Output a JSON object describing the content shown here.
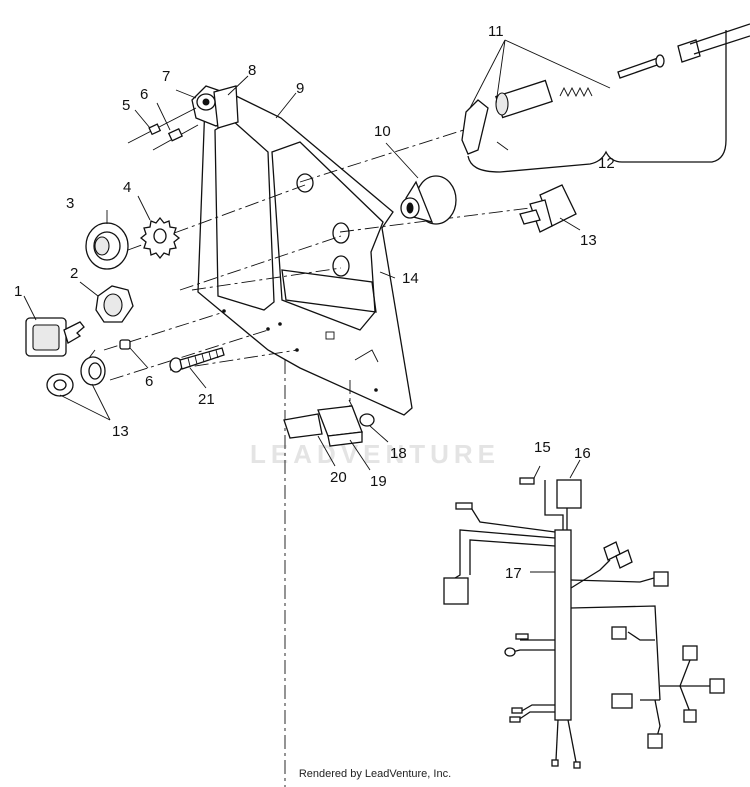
{
  "watermark": "LEADVENTURE",
  "footer": "Rendered by LeadVenture, Inc.",
  "callouts": {
    "c1": "1",
    "c2": "2",
    "c3": "3",
    "c4": "4",
    "c5": "5",
    "c6a": "6",
    "c6b": "6",
    "c7": "7",
    "c8": "8",
    "c9": "9",
    "c10": "10",
    "c11": "11",
    "c12": "12",
    "c13a": "13",
    "c13b": "13",
    "c14": "14",
    "c15": "15",
    "c16": "16",
    "c17": "17",
    "c18": "18",
    "c19": "19",
    "c20": "20",
    "c21": "21"
  }
}
